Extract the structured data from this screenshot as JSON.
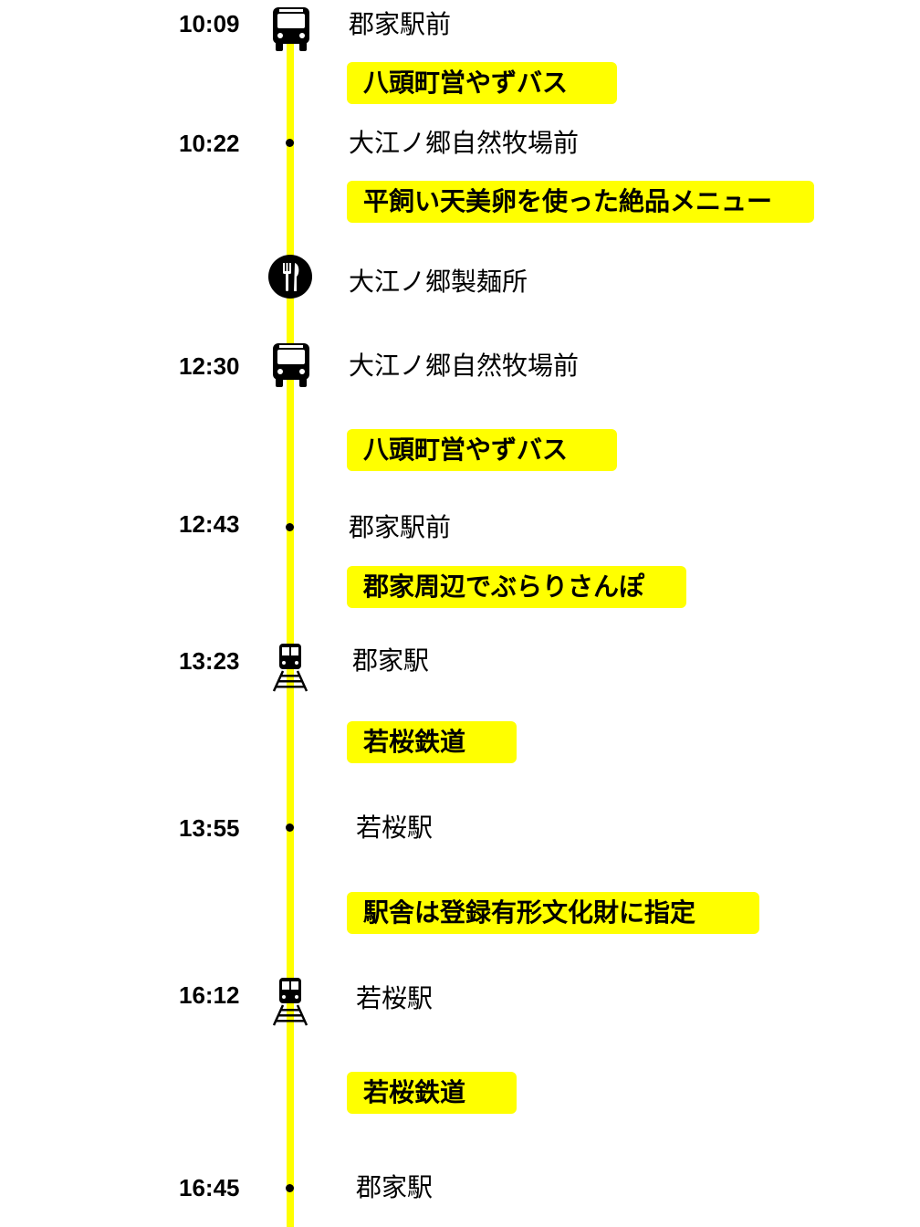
{
  "stops": [
    {
      "time": "10:09",
      "name": "郡家駅前",
      "icon": "bus-icon"
    },
    {
      "time": "10:22",
      "name": "大江ノ郷自然牧場前",
      "icon": "dot"
    },
    {
      "time": "",
      "name": "大江ノ郷製麺所",
      "icon": "restaurant-icon"
    },
    {
      "time": "12:30",
      "name": "大江ノ郷自然牧場前",
      "icon": "bus-icon"
    },
    {
      "time": "12:43",
      "name": "郡家駅前",
      "icon": "dot"
    },
    {
      "time": "13:23",
      "name": "郡家駅",
      "icon": "train-icon"
    },
    {
      "time": "13:55",
      "name": "若桜駅",
      "icon": "dot"
    },
    {
      "time": "16:12",
      "name": "若桜駅",
      "icon": "train-icon"
    },
    {
      "time": "16:45",
      "name": "郡家駅",
      "icon": "dot"
    }
  ],
  "notes": [
    "八頭町営やずバス",
    "平飼い天美卵を使った絶品メニュー",
    "八頭町営やずバス",
    "郡家周辺でぶらりさんぽ",
    "若桜鉄道",
    "駅舎は登録有形文化財に指定",
    "若桜鉄道"
  ],
  "colors": {
    "timeline": "#ffff00",
    "note_bg": "#ffff00",
    "text": "#000000"
  }
}
